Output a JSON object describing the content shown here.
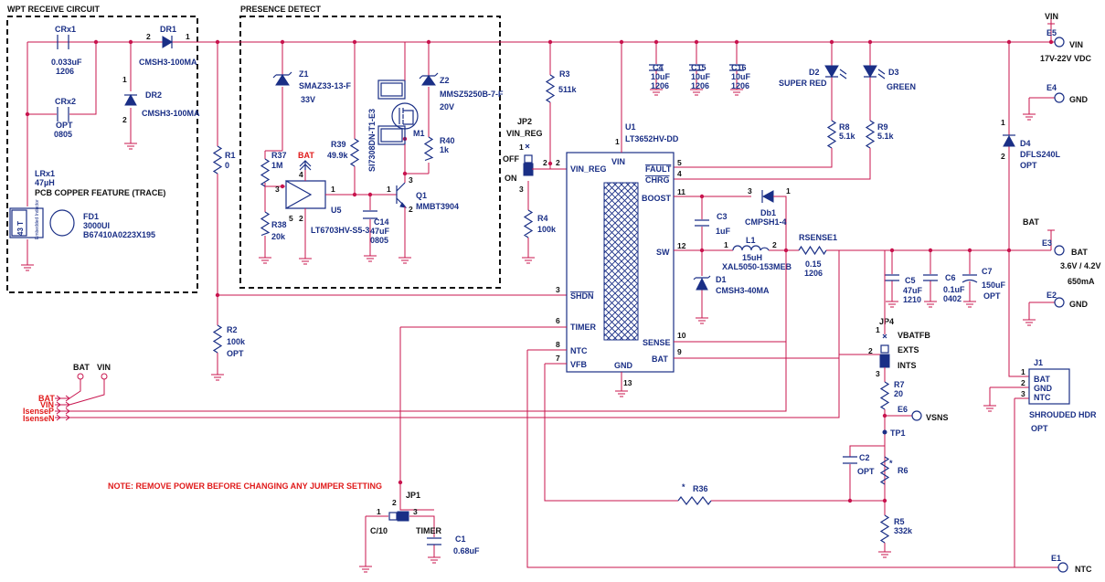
{
  "blocks": {
    "wpt_title": "WPT RECEIVE CIRCUIT",
    "presence_title": "PRESENCE DETECT",
    "note": "NOTE: REMOVE POWER BEFORE CHANGING ANY JUMPER SETTING"
  },
  "components": {
    "crx1_ref": "CRx1",
    "crx1_val": "0.033uF",
    "crx1_pkg": "1206",
    "crx2_ref": "CRx2",
    "crx2_val": "OPT",
    "crx2_pkg": "0805",
    "dr1_ref": "DR1",
    "dr1_val": "CMSH3-100MA",
    "dr1_p2": "2",
    "dr1_p1": "1",
    "dr2_ref": "DR2",
    "dr2_val": "CMSH3-100MA",
    "dr2_p1": "1",
    "dr2_p2": "2",
    "lrx1_ref": "LRx1",
    "lrx1_val": "47µH",
    "lrx1_desc": "PCB COPPER FEATURE (TRACE)",
    "fd1_ref": "FD1",
    "fd1_val": "3000UI",
    "fd1_pn": "B67410A0223X195",
    "fd1_t": "43 T",
    "fd1_emb": "Embedded Inductor",
    "r1_ref": "R1",
    "r1_val": "0",
    "r2_ref": "R2",
    "r2_val": "100k",
    "r2_opt": "OPT",
    "z1_ref": "Z1",
    "z1_pn": "SMAZ33-13-F",
    "z1_val": "33V",
    "z2_ref": "Z2",
    "z2_pn": "MMSZ5250B-7-F",
    "z2_val": "20V",
    "r37_ref": "R37",
    "r37_val": "1M",
    "r38_ref": "R38",
    "r38_val": "20k",
    "r39_ref": "R39",
    "r39_val": "49.9k",
    "r40_ref": "R40",
    "r40_val": "1k",
    "m1_ref": "M1",
    "m1_pn": "SI7308DN-T1-E3",
    "q1_ref": "Q1",
    "q1_pn": "MMBT3904",
    "u5_ref": "U5",
    "u5_pn": "LT6703HV-S5-3",
    "c14_ref": "C14",
    "c14_val": "47uF",
    "c14_pkg": "0805",
    "bat_flag": "BAT",
    "u5_p3": "3",
    "u5_p4": "4",
    "u5_p1": "1",
    "u5_p5": "5",
    "u5_p2": "2",
    "q1_p1": "1",
    "q1_p2": "2",
    "q1_p3": "3",
    "r3_ref": "R3",
    "r3_val": "511k",
    "r4_ref": "R4",
    "r4_val": "100k",
    "jp2_ref": "JP2",
    "jp2_label": "VIN_REG",
    "jp2_off": "OFF",
    "jp2_on": "ON",
    "jp2_p1": "1",
    "jp2_p2": "2",
    "jp2_p3": "3",
    "c4_ref": "C4",
    "c4_val": "10uF",
    "c4_pkg": "1206",
    "c15_ref": "C15",
    "c15_val": "10uF",
    "c15_pkg": "1206",
    "c16_ref": "C16",
    "c16_val": "10uF",
    "c16_pkg": "1206",
    "d2_ref": "D2",
    "d2_val": "SUPER RED",
    "d3_ref": "D3",
    "d3_val": "GREEN",
    "r8_ref": "R8",
    "r8_val": "5.1k",
    "r9_ref": "R9",
    "r9_val": "5.1k",
    "u1_ref": "U1",
    "u1_pn": "LT3652HV-DD",
    "u1_pins": {
      "vin_reg": "VIN_REG",
      "vin": "VIN",
      "fault": "FAULT",
      "chrg": "CHRG",
      "boost": "BOOST",
      "sw": "SW",
      "shdn": "SHDN",
      "timer": "TIMER",
      "ntc": "NTC",
      "vfb": "VFB",
      "sense": "SENSE",
      "bat": "BAT",
      "gnd": "GND"
    },
    "u1_nums": {
      "n2": "2",
      "n1": "1",
      "n5": "5",
      "n4": "4",
      "n11": "11",
      "n12": "12",
      "n3": "3",
      "n6": "6",
      "n8": "8",
      "n7": "7",
      "n10": "10",
      "n9": "9",
      "n13": "13"
    },
    "c3_ref": "C3",
    "c3_val": "1uF",
    "db1_ref": "Db1",
    "db1_pn": "CMPSH1-4",
    "db1_p3": "3",
    "db1_p1": "1",
    "l1_ref": "L1",
    "l1_val": "15uH",
    "l1_pn": "XAL5050-153MEB",
    "l1_p1": "1",
    "l1_p2": "2",
    "d1_ref": "D1",
    "d1_pn": "CMSH3-40MA",
    "rsense_ref": "RSENSE1",
    "rsense_val": "0.15",
    "rsense_pkg": "1206",
    "c5_ref": "C5",
    "c5_val": "47uF",
    "c5_pkg": "1210",
    "c6_ref": "C6",
    "c6_val": "0.1uF",
    "c6_pkg": "0402",
    "c7_ref": "C7",
    "c7_val": "150uF",
    "c7_opt": "OPT",
    "jp4_ref": "JP4",
    "jp4_vbatfb": "VBATFB",
    "jp4_exts": "EXTS",
    "jp4_ints": "INTS",
    "jp4_p1": "1",
    "jp4_p2": "2",
    "jp4_p3": "3",
    "r7_ref": "R7",
    "r7_val": "20",
    "e6_ref": "E6",
    "e6_label": "VSNS",
    "tp1_ref": "TP1",
    "c2_ref": "C2",
    "c2_val": "OPT",
    "r6_ref": "R6",
    "r6_star": "*",
    "r5_ref": "R5",
    "r5_val": "332k",
    "r36_ref": "R36",
    "r36_star": "*",
    "jp1_ref": "JP1",
    "jp1_c10": "C/10",
    "jp1_timer": "TIMER",
    "jp1_p1": "1",
    "jp1_p2": "2",
    "jp1_p3": "3",
    "c1_ref": "C1",
    "c1_val": "0.68uF",
    "d4_ref": "D4",
    "d4_pn": "DFLS240L",
    "d4_opt": "OPT",
    "d4_p1": "1",
    "d4_p2": "2",
    "j1_ref": "J1",
    "j1_bat": "BAT",
    "j1_gnd": "GND",
    "j1_ntc": "NTC",
    "j1_desc": "SHROUDED HDR",
    "j1_opt": "OPT",
    "j1_p1": "1",
    "j1_p2": "2",
    "j1_p3": "3"
  },
  "terminals": {
    "vin_top": "VIN",
    "e5_ref": "E5",
    "e5_label": "VIN",
    "e5_range": "17V-22V VDC",
    "e4_ref": "E4",
    "e4_label": "GND",
    "bat_top": "BAT",
    "e3_ref": "E3",
    "e3_label": "BAT",
    "e3_v": "3.6V / 4.2V",
    "e3_i": "650mA",
    "e2_ref": "E2",
    "e2_label": "GND",
    "e1_ref": "E1",
    "e1_label": "NTC"
  },
  "offpage": {
    "bat": "BAT",
    "vin": "VIN",
    "labels": [
      "BAT",
      "VIN",
      "IsenseP",
      "IsenseN"
    ]
  },
  "colors": {
    "wire": "#c8144e",
    "component": "#1a2f86",
    "text": "#111111",
    "alert": "#e01a1a"
  }
}
